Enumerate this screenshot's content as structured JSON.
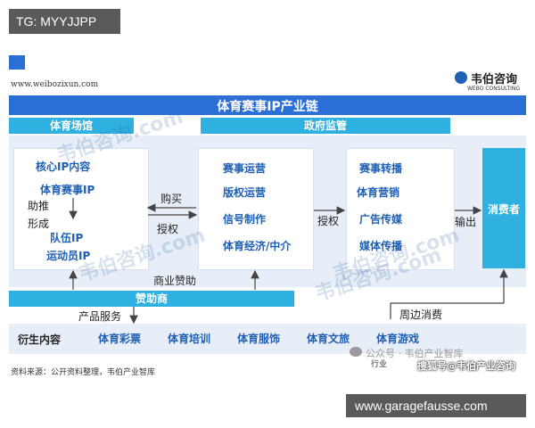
{
  "top_tag": "TG: MYYJJPP",
  "header": {
    "url": "www.weibozixun.com",
    "logo_cn": "韦伯咨询",
    "logo_en": "WEBO CONSULTING"
  },
  "title": "体育赛事IP产业链",
  "sections": {
    "venue": "体育场馆",
    "gov": "政府监管",
    "sponsor": "赞助商"
  },
  "left_box": {
    "title": "核心IP内容",
    "items": [
      "体育赛事IP",
      "队伍IP",
      "运动员IP"
    ],
    "helper1": "助推",
    "helper2": "形成"
  },
  "middle_box": {
    "items": [
      "赛事运营",
      "版权运营",
      "信号制作",
      "体育经济/中介"
    ]
  },
  "right_box": {
    "items": [
      "赛事转播",
      "体育营销",
      "广告传媒",
      "媒体传播"
    ]
  },
  "consumer": "消费者",
  "labels": {
    "buy": "购买",
    "license1": "授权",
    "license2": "授权",
    "output": "输出",
    "commercial_sponsor": "商业赞助",
    "product_service": "产品服务",
    "peripheral": "周边消费"
  },
  "derivatives": {
    "label": "衍生内容",
    "items": [
      "体育彩票",
      "体育培训",
      "体育服饰",
      "体育文旅",
      "体育游戏"
    ]
  },
  "source": "资料来源：公开资料整理，韦伯产业智库",
  "bottom_fragment": "行业",
  "wechat_text": "公众号 · 韦伯产业智库",
  "sohu_text": "搜狐号@韦伯产业咨询",
  "watermarks": [
    "韦伯咨询.com",
    "韦伯咨询.com",
    "韦伯咨询.com",
    "韦伯咨询.com"
  ],
  "footer_url": "www.garagefausse.com",
  "colors": {
    "cyan": "#2eb0e0",
    "blue_text": "#1f5fb4",
    "panel": "#e8eef7",
    "title_bar": "#2b6fd6"
  }
}
